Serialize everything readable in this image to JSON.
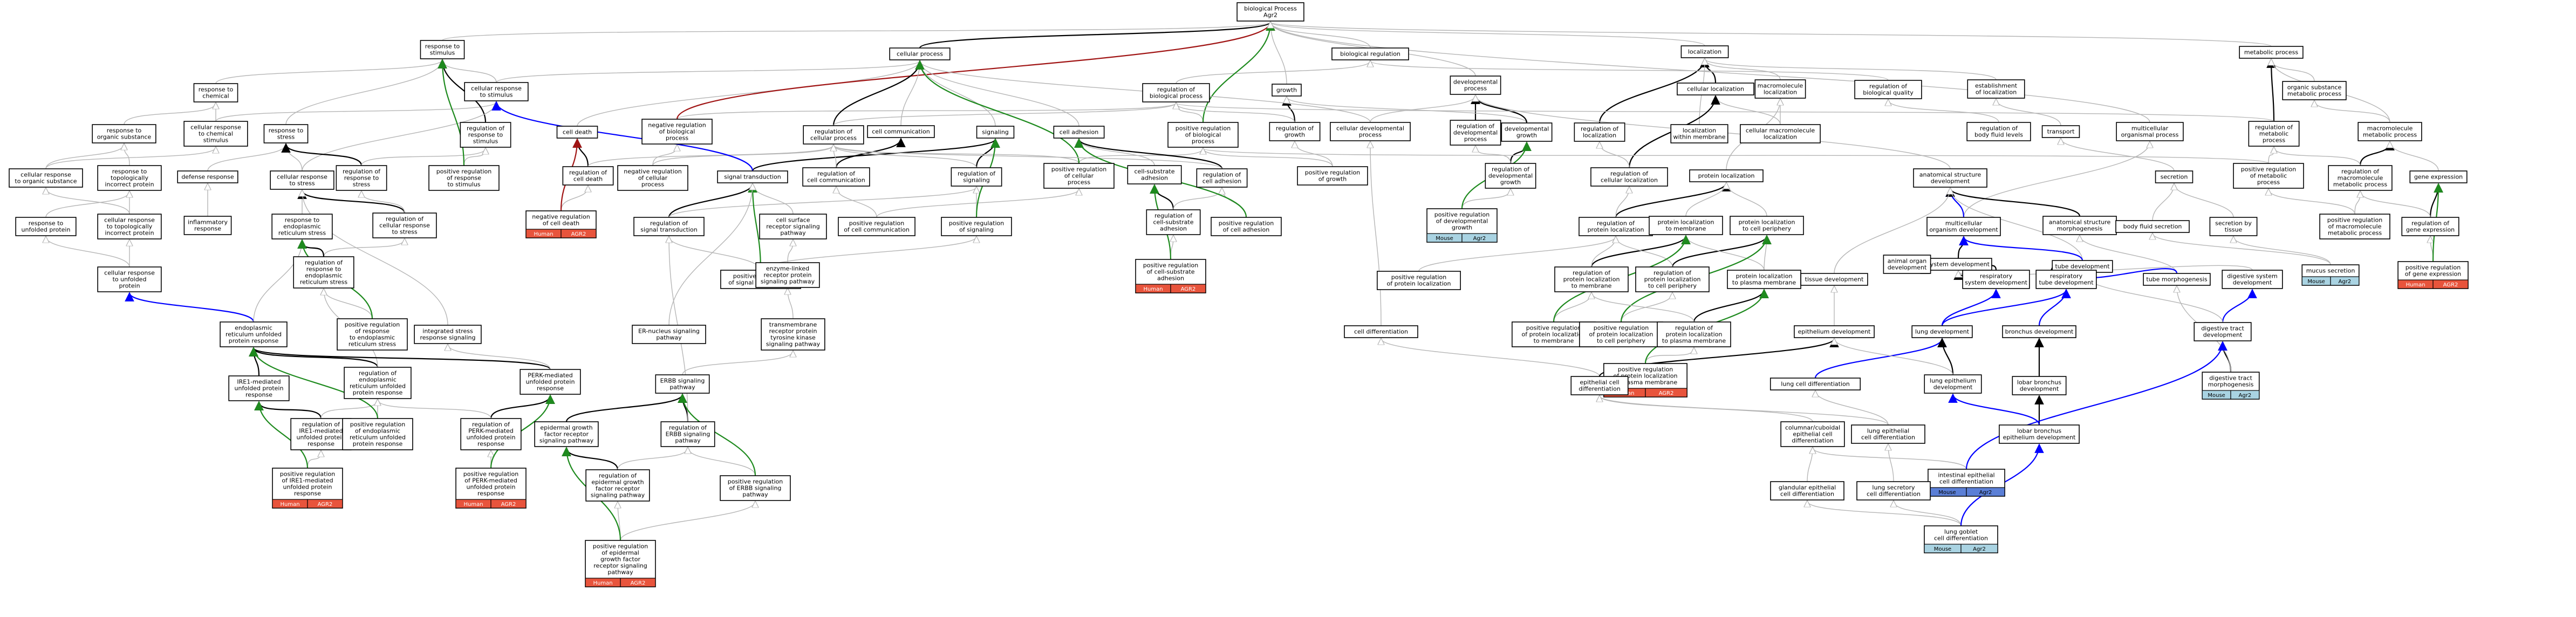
{
  "colors": {
    "human": "#e8543c",
    "mouse": "#a9d3e2",
    "intestinal_tag": "#5b7fd6",
    "edge_is_a": "#b5b5b5",
    "edge_part_of": "#000000",
    "edge_regulates": "#0000ff",
    "edge_positively_regulates": "#1e8a1e",
    "edge_negatively_regulates": "#a01414"
  },
  "nodes": [
    {
      "id": "bp",
      "lines": [
        "biological Process",
        "Agr2"
      ]
    },
    {
      "id": "rts",
      "lines": [
        "response to",
        "stimulus"
      ]
    },
    {
      "id": "cp",
      "lines": [
        "cellular process"
      ]
    },
    {
      "id": "breg",
      "lines": [
        "biological regulation"
      ]
    },
    {
      "id": "dp",
      "lines": [
        "developmental",
        "process"
      ]
    },
    {
      "id": "loc",
      "lines": [
        "localization"
      ]
    },
    {
      "id": "mp",
      "lines": [
        "metabolic process"
      ]
    },
    {
      "id": "rtc",
      "lines": [
        "response to",
        "chemical"
      ]
    },
    {
      "id": "crts",
      "lines": [
        "cellular response",
        "to stimulus"
      ]
    },
    {
      "id": "rbp",
      "lines": [
        "regulation of",
        "biological process"
      ]
    },
    {
      "id": "growth",
      "lines": [
        "growth"
      ]
    },
    {
      "id": "rdp",
      "lines": [
        "regulation of",
        "developmental",
        "process"
      ]
    },
    {
      "id": "cloc",
      "lines": [
        "cellular localization"
      ]
    },
    {
      "id": "mml",
      "lines": [
        "macromolecule",
        "localization"
      ]
    },
    {
      "id": "rbq",
      "lines": [
        "regulation of",
        "biological quality"
      ]
    },
    {
      "id": "eol",
      "lines": [
        "establishment",
        "of localization"
      ]
    },
    {
      "id": "osmp",
      "lines": [
        "organic substance",
        "metabolic process"
      ]
    },
    {
      "id": "rtos",
      "lines": [
        "response to",
        "organic substance"
      ]
    },
    {
      "id": "crtcs",
      "lines": [
        "cellular response",
        "to chemical",
        "stimulus"
      ]
    },
    {
      "id": "rtstress",
      "lines": [
        "response to",
        "stress"
      ]
    },
    {
      "id": "rrts",
      "lines": [
        "regulation of",
        "response to",
        "stimulus"
      ]
    },
    {
      "id": "celldeath",
      "lines": [
        "cell death"
      ]
    },
    {
      "id": "nrbp",
      "lines": [
        "negative regulation",
        "of biological",
        "process"
      ]
    },
    {
      "id": "rcp",
      "lines": [
        "regulation of",
        "cellular process"
      ]
    },
    {
      "id": "cc",
      "lines": [
        "cell communication"
      ]
    },
    {
      "id": "sig",
      "lines": [
        "signaling"
      ]
    },
    {
      "id": "ca",
      "lines": [
        "cell adhesion"
      ]
    },
    {
      "id": "prbp",
      "lines": [
        "positive regulation",
        "of biological",
        "process"
      ]
    },
    {
      "id": "rgrowth",
      "lines": [
        "regulation of",
        "growth"
      ]
    },
    {
      "id": "cdp",
      "lines": [
        "cellular developmental",
        "process"
      ]
    },
    {
      "id": "devgrowth",
      "lines": [
        "developmental",
        "growth"
      ]
    },
    {
      "id": "rloc",
      "lines": [
        "regulation of",
        "localization"
      ]
    },
    {
      "id": "lwm",
      "lines": [
        "localization",
        "within membrane"
      ]
    },
    {
      "id": "cml",
      "lines": [
        "cellular macromolecule",
        "localization"
      ]
    },
    {
      "id": "rbfl",
      "lines": [
        "regulation of",
        "body fluid levels"
      ]
    },
    {
      "id": "transport",
      "lines": [
        "transport"
      ]
    },
    {
      "id": "mop",
      "lines": [
        "multicellular",
        "organismal process"
      ]
    },
    {
      "id": "rmp",
      "lines": [
        "regulation of",
        "metabolic",
        "process"
      ]
    },
    {
      "id": "mmp",
      "lines": [
        "macromolecule",
        "metabolic process"
      ]
    },
    {
      "id": "crtos",
      "lines": [
        "cellular response",
        "to organic substance"
      ]
    },
    {
      "id": "rttip",
      "lines": [
        "response to",
        "topologically",
        "incorrect protein"
      ]
    },
    {
      "id": "defresp",
      "lines": [
        "defense response"
      ]
    },
    {
      "id": "crtstress",
      "lines": [
        "cellular response",
        "to stress"
      ]
    },
    {
      "id": "rrtstress",
      "lines": [
        "regulation of",
        "response to",
        "stress"
      ]
    },
    {
      "id": "prrts",
      "lines": [
        "positive regulation",
        "of response",
        "to stimulus"
      ]
    },
    {
      "id": "rcd",
      "lines": [
        "regulation of",
        "cell death"
      ]
    },
    {
      "id": "nrcp",
      "lines": [
        "negative regulation",
        "of cellular",
        "process"
      ]
    },
    {
      "id": "st",
      "lines": [
        "signal transduction"
      ]
    },
    {
      "id": "rcc",
      "lines": [
        "regulation of",
        "cell communication"
      ]
    },
    {
      "id": "rsig",
      "lines": [
        "regulation of",
        "signaling"
      ]
    },
    {
      "id": "prcp",
      "lines": [
        "positive regulation",
        "of cellular",
        "process"
      ]
    },
    {
      "id": "csa",
      "lines": [
        "cell-substrate",
        "adhesion"
      ]
    },
    {
      "id": "rca",
      "lines": [
        "regulation of",
        "cell adhesion"
      ]
    },
    {
      "id": "prgrowth",
      "lines": [
        "positive regulation",
        "of growth"
      ]
    },
    {
      "id": "rdevgrowth",
      "lines": [
        "regulation of",
        "developmental",
        "growth"
      ]
    },
    {
      "id": "rcloc",
      "lines": [
        "regulation of",
        "cellular localization"
      ]
    },
    {
      "id": "protloc",
      "lines": [
        "protein localization"
      ]
    },
    {
      "id": "asd",
      "lines": [
        "anatomical structure",
        "development"
      ]
    },
    {
      "id": "secretion",
      "lines": [
        "secretion"
      ]
    },
    {
      "id": "prmp",
      "lines": [
        "positive regulation",
        "of metabolic",
        "process"
      ]
    },
    {
      "id": "rmmp",
      "lines": [
        "regulation of",
        "macromolecule",
        "metabolic process"
      ]
    },
    {
      "id": "geneexp",
      "lines": [
        "gene expression"
      ]
    },
    {
      "id": "rtup",
      "lines": [
        "response to",
        "unfolded protein"
      ]
    },
    {
      "id": "crttip",
      "lines": [
        "cellular response",
        "to topologically",
        "incorrect protein"
      ]
    },
    {
      "id": "inflresp",
      "lines": [
        "inflammatory",
        "response"
      ]
    },
    {
      "id": "rters",
      "lines": [
        "response to",
        "endoplasmic",
        "reticulum stress"
      ]
    },
    {
      "id": "rcrts",
      "lines": [
        "regulation of",
        "cellular response",
        "to stress"
      ]
    },
    {
      "id": "nrcd",
      "lines": [
        "negative regulation",
        "of cell death"
      ]
    },
    {
      "id": "rst",
      "lines": [
        "regulation of",
        "signal transduction"
      ]
    },
    {
      "id": "csrsp",
      "lines": [
        "cell surface",
        "receptor signaling",
        "pathway"
      ]
    },
    {
      "id": "prcc",
      "lines": [
        "positive regulation",
        "of cell communication"
      ]
    },
    {
      "id": "prsig",
      "lines": [
        "positive regulation",
        "of signaling"
      ]
    },
    {
      "id": "rcsa",
      "lines": [
        "regulation of",
        "cell-substrate",
        "adhesion"
      ]
    },
    {
      "id": "prca",
      "lines": [
        "positive regulation",
        "of cell adhesion"
      ]
    },
    {
      "id": "prdevgrowth",
      "lines": [
        "positive regulation",
        "of developmental",
        "growth"
      ]
    },
    {
      "id": "rprotloc",
      "lines": [
        "regulation of",
        "protein localization"
      ]
    },
    {
      "id": "pltm",
      "lines": [
        "protein localization",
        "to membrane"
      ]
    },
    {
      "id": "pltcp",
      "lines": [
        "protein localization",
        "to cell periphery"
      ]
    },
    {
      "id": "moc",
      "lines": [
        "multicellular",
        "organism development"
      ]
    },
    {
      "id": "asm",
      "lines": [
        "anatomical structure",
        "morphogenesis"
      ]
    },
    {
      "id": "bfs",
      "lines": [
        "body fluid secretion"
      ]
    },
    {
      "id": "sbt",
      "lines": [
        "secretion by",
        "tissue"
      ]
    },
    {
      "id": "prmmp",
      "lines": [
        "positive regulation",
        "of macromolecule",
        "metabolic process"
      ]
    },
    {
      "id": "rge",
      "lines": [
        "regulation of",
        "gene expression"
      ]
    },
    {
      "id": "crtup",
      "lines": [
        "cellular response",
        "to unfolded",
        "protein"
      ]
    },
    {
      "id": "rrters",
      "lines": [
        "regulation of",
        "response to",
        "endoplasmic",
        "reticulum stress"
      ]
    },
    {
      "id": "prcsa",
      "lines": [
        "positive regulation",
        "of cell-substrate",
        "adhesion"
      ]
    },
    {
      "id": "prst",
      "lines": [
        "positive regulation",
        "of signal transduction"
      ]
    },
    {
      "id": "ercsp",
      "lines": [
        "enzyme-linked",
        "receptor protein",
        "signaling pathway"
      ]
    },
    {
      "id": "prprotloc",
      "lines": [
        "positive regulation",
        "of protein localization"
      ]
    },
    {
      "id": "rpltm",
      "lines": [
        "regulation of",
        "protein localization",
        "to membrane"
      ]
    },
    {
      "id": "rpltcp",
      "lines": [
        "regulation of",
        "protein localization",
        "to cell periphery"
      ]
    },
    {
      "id": "pltpm",
      "lines": [
        "protein localization",
        "to plasma membrane"
      ]
    },
    {
      "id": "sysdev",
      "lines": [
        "system development"
      ]
    },
    {
      "id": "aod",
      "lines": [
        "animal organ",
        "development"
      ]
    },
    {
      "id": "tubedev",
      "lines": [
        "tube development"
      ]
    },
    {
      "id": "tissuedev",
      "lines": [
        "tissue development"
      ]
    },
    {
      "id": "rstd",
      "lines": [
        "respiratory",
        "system development"
      ]
    },
    {
      "id": "rtd",
      "lines": [
        "respiratory",
        "tube development"
      ]
    },
    {
      "id": "tubemorph",
      "lines": [
        "tube morphogenesis"
      ]
    },
    {
      "id": "dsd",
      "lines": [
        "digestive system",
        "development"
      ]
    },
    {
      "id": "mucsec",
      "lines": [
        "mucus secretion"
      ]
    },
    {
      "id": "prge",
      "lines": [
        "positive regulation",
        "of gene expression"
      ]
    },
    {
      "id": "erupr",
      "lines": [
        "endoplasmic",
        "reticulum unfolded",
        "protein response"
      ]
    },
    {
      "id": "prrtes",
      "lines": [
        "positive regulation",
        "of response",
        "to endoplasmic",
        "reticulum stress"
      ]
    },
    {
      "id": "isrs",
      "lines": [
        "integrated stress",
        "response signaling"
      ]
    },
    {
      "id": "ernsp",
      "lines": [
        "ER-nucleus signaling",
        "pathway"
      ]
    },
    {
      "id": "trptksp",
      "lines": [
        "transmembrane",
        "receptor protein",
        "tyrosine kinase",
        "signaling pathway"
      ]
    },
    {
      "id": "celldiff",
      "lines": [
        "cell differentiation"
      ]
    },
    {
      "id": "prpltm",
      "lines": [
        "positive regulation",
        "of protein localization",
        "to membrane"
      ]
    },
    {
      "id": "prpltcp",
      "lines": [
        "positive regulation",
        "of protein localization",
        "to cell periphery"
      ]
    },
    {
      "id": "rpltpm",
      "lines": [
        "regulation of",
        "protein localization",
        "to plasma membrane"
      ]
    },
    {
      "id": "epidev",
      "lines": [
        "epithelium development"
      ]
    },
    {
      "id": "lungdev",
      "lines": [
        "lung development"
      ]
    },
    {
      "id": "bronchusdev",
      "lines": [
        "bronchus development"
      ]
    },
    {
      "id": "dtd",
      "lines": [
        "digestive tract",
        "development"
      ]
    },
    {
      "id": "ire1",
      "lines": [
        "IRE1-mediated",
        "unfolded protein",
        "response"
      ]
    },
    {
      "id": "rerupr",
      "lines": [
        "regulation of",
        "endoplasmic",
        "reticulum unfolded",
        "protein response"
      ]
    },
    {
      "id": "perk",
      "lines": [
        "PERK-mediated",
        "unfolded protein",
        "response"
      ]
    },
    {
      "id": "erbb",
      "lines": [
        "ERBB signaling",
        "pathway"
      ]
    },
    {
      "id": "prpltpm",
      "lines": [
        "positive regulation",
        "of protein localization",
        "to plasma membrane"
      ]
    },
    {
      "id": "ecd",
      "lines": [
        "epithelial cell",
        "differentiation"
      ]
    },
    {
      "id": "lcd",
      "lines": [
        "lung cell differentiation"
      ]
    },
    {
      "id": "lungepi",
      "lines": [
        "lung epithelium",
        "development"
      ]
    },
    {
      "id": "lobdev",
      "lines": [
        "lobar bronchus",
        "development"
      ]
    },
    {
      "id": "dtm",
      "lines": [
        "digestive tract",
        "morphogenesis"
      ]
    },
    {
      "id": "rire1",
      "lines": [
        "regulation of",
        "IRE1-mediated",
        "unfolded protein",
        "response"
      ]
    },
    {
      "id": "prerupr",
      "lines": [
        "positive regulation",
        "of endoplasmic",
        "reticulum unfolded",
        "protein response"
      ]
    },
    {
      "id": "rperk",
      "lines": [
        "regulation of",
        "PERK-mediated",
        "unfolded protein",
        "response"
      ]
    },
    {
      "id": "egfr",
      "lines": [
        "epidermal growth",
        "factor receptor",
        "signaling pathway"
      ]
    },
    {
      "id": "rerbb",
      "lines": [
        "regulation of",
        "ERBB signaling",
        "pathway"
      ]
    },
    {
      "id": "ccecd",
      "lines": [
        "columnar/cuboidal",
        "epithelial cell",
        "differentiation"
      ]
    },
    {
      "id": "lecd",
      "lines": [
        "lung epithelial",
        "cell differentiation"
      ]
    },
    {
      "id": "lbed",
      "lines": [
        "lobar bronchus",
        "epithelium development"
      ]
    },
    {
      "id": "prire1",
      "lines": [
        "positive regulation",
        "of IRE1-mediated",
        "unfolded protein",
        "response"
      ]
    },
    {
      "id": "prperk",
      "lines": [
        "positive regulation",
        "of PERK-mediated",
        "unfolded protein",
        "response"
      ]
    },
    {
      "id": "regfr",
      "lines": [
        "regulation of",
        "epidermal growth",
        "factor receptor",
        "signaling pathway"
      ]
    },
    {
      "id": "prerbb",
      "lines": [
        "positive regulation",
        "of ERBB signaling",
        "pathway"
      ]
    },
    {
      "id": "iecd",
      "lines": [
        "intestinal epithelial",
        "cell differentiation"
      ]
    },
    {
      "id": "gecd",
      "lines": [
        "glandular epithelial",
        "cell differentiation"
      ]
    },
    {
      "id": "lscd",
      "lines": [
        "lung secretory",
        "cell differentiation"
      ]
    },
    {
      "id": "lgcd",
      "lines": [
        "lung goblet",
        "cell differentiation"
      ]
    },
    {
      "id": "pregfr",
      "lines": [
        "positive regulation",
        "of epidermal",
        "growth factor",
        "receptor signaling",
        "pathway"
      ]
    }
  ],
  "tags": [
    {
      "node": "nrcd",
      "species": "Human",
      "gene": "AGR2"
    },
    {
      "node": "prcsa",
      "species": "Human",
      "gene": "AGR2"
    },
    {
      "node": "prdevgrowth",
      "species": "Mouse",
      "gene": "Agr2"
    },
    {
      "node": "prge",
      "species": "Human",
      "gene": "AGR2"
    },
    {
      "node": "mucsec",
      "species": "Mouse",
      "gene": "Agr2"
    },
    {
      "node": "prpltpm",
      "species": "Human",
      "gene": "AGR2"
    },
    {
      "node": "prire1",
      "species": "Human",
      "gene": "AGR2"
    },
    {
      "node": "prperk",
      "species": "Human",
      "gene": "AGR2"
    },
    {
      "node": "pregfr",
      "species": "Human",
      "gene": "AGR2"
    },
    {
      "node": "dtm",
      "species": "Mouse",
      "gene": "Agr2"
    },
    {
      "node": "lgcd",
      "species": "Mouse",
      "gene": "Agr2"
    },
    {
      "node": "iecd",
      "species": "Mouse",
      "gene": "Agr2"
    }
  ]
}
